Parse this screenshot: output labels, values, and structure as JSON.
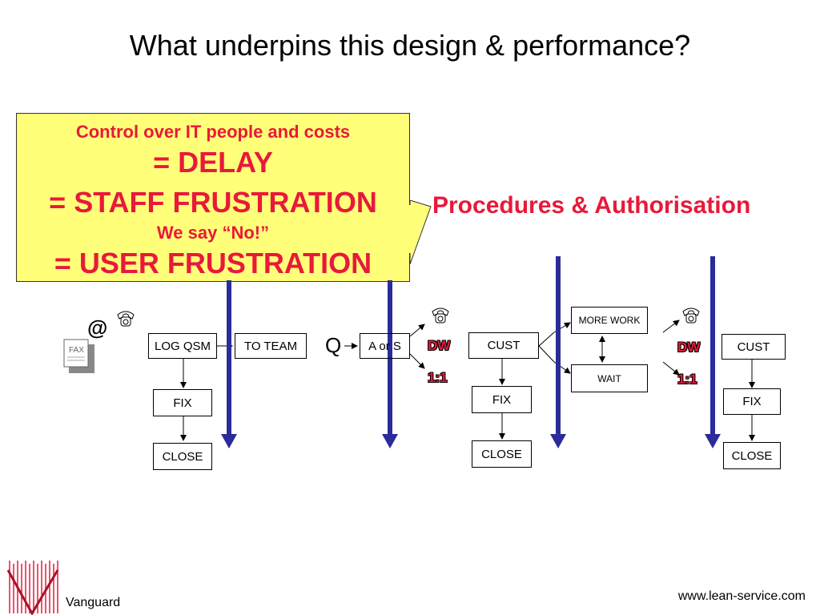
{
  "title": "What underpins this design & performance?",
  "callout": {
    "line1": "Control over IT people and costs",
    "line2": "= DELAY",
    "line3": "= STAFF FRUSTRATION",
    "line4": "We say “No!”",
    "line5": "= USER FRUSTRATION"
  },
  "procedures_label": "Procedures & Authorisation",
  "at_symbol": "@",
  "flow1": {
    "log": "LOG QSM",
    "fix": "FIX",
    "close": "CLOSE",
    "to_team": "TO TEAM",
    "queue": "Q",
    "a_or_s": "A or S",
    "dw": "DW",
    "ratio": "1:1"
  },
  "flow2": {
    "cust": "CUST",
    "fix": "FIX",
    "close": "CLOSE",
    "more_work": "MORE WORK",
    "wait": "WAIT"
  },
  "flow3": {
    "dw": "DW",
    "ratio": "1:1",
    "cust": "CUST",
    "fix": "FIX",
    "close": "CLOSE"
  },
  "footer": {
    "brand": "Vanguard",
    "url": "www.lean-service.com"
  },
  "colors": {
    "callout_bg": "#ffff7a",
    "red_text": "#e8193a",
    "arrow_blue": "#2b2b9a"
  },
  "icons": [
    "phone-icon",
    "fax-icon",
    "vanguard-logo"
  ]
}
